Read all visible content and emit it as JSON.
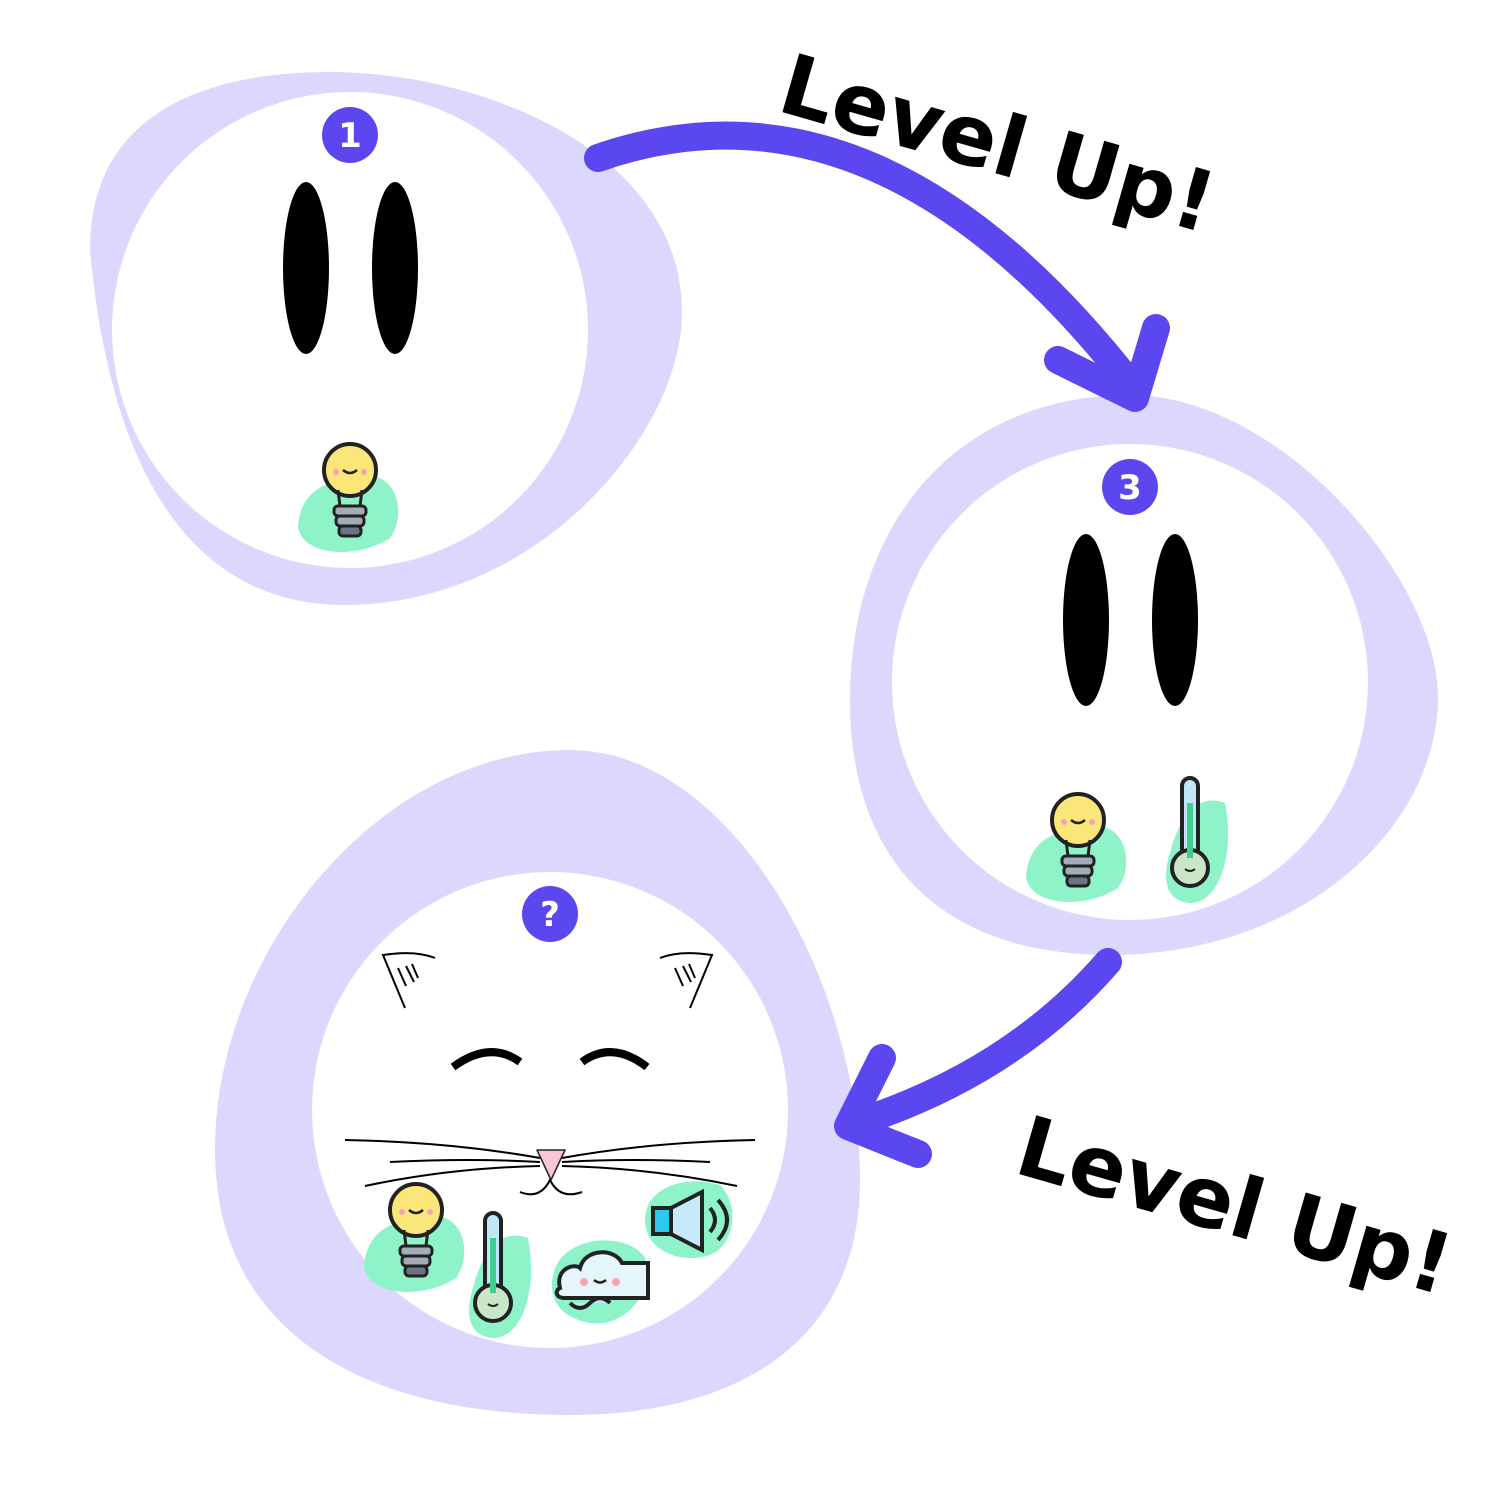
{
  "colors": {
    "accent": "#5b47f0",
    "blob": "#dcd8fd",
    "icon_bg": "#8ef3c8",
    "nose": "#f8c6d8"
  },
  "stages": [
    {
      "badge": "1",
      "icons": [
        "lightbulb-icon"
      ]
    },
    {
      "badge": "3",
      "icons": [
        "lightbulb-icon",
        "thermometer-icon"
      ]
    },
    {
      "badge": "?",
      "icons": [
        "lightbulb-icon",
        "thermometer-icon",
        "wind-cloud-icon",
        "speaker-icon"
      ]
    }
  ],
  "arrows": [
    {
      "label": "Level Up!"
    },
    {
      "label": "Level Up!"
    }
  ]
}
